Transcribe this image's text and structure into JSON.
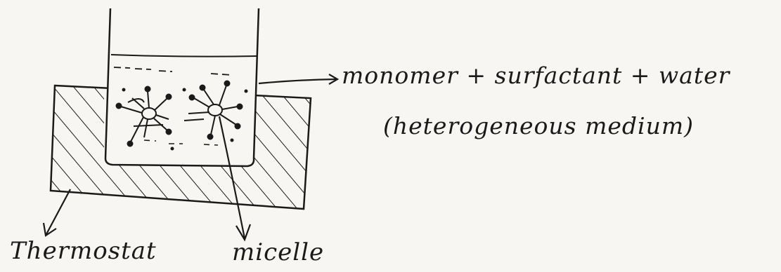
{
  "labels": {
    "mixture": "monomer + surfactant + water",
    "medium": "(heterogeneous medium)",
    "thermostat": "Thermostat",
    "micelle": "micelle"
  },
  "colors": {
    "ink": "#1a1a1a",
    "paper": "#f7f6f3"
  }
}
